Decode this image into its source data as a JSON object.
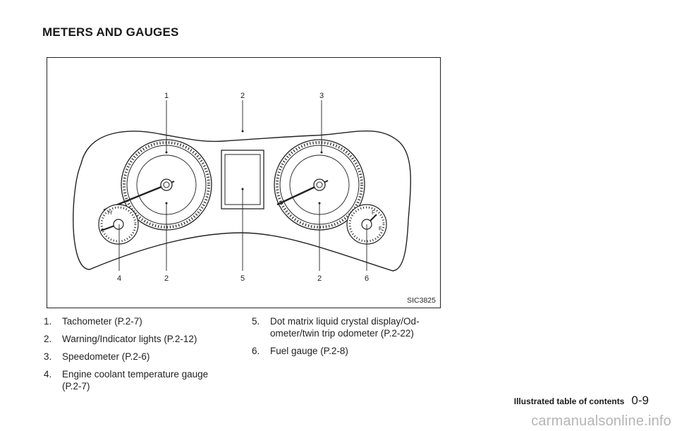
{
  "section_title": "METERS AND GAUGES",
  "figure": {
    "code": "SIC3825",
    "callouts": [
      "1",
      "2",
      "3",
      "4",
      "2",
      "5",
      "2",
      "6"
    ],
    "gauge_marks": {
      "hot": "H",
      "full": "F",
      "empty": "E"
    }
  },
  "list_left": [
    {
      "num": "1.",
      "text": "Tachometer (P.2-7)"
    },
    {
      "num": "2.",
      "text": "Warning/Indicator lights (P.2-12)"
    },
    {
      "num": "3.",
      "text": "Speedometer (P.2-6)"
    },
    {
      "num": "4.",
      "text": "Engine coolant temperature gauge (P.2-7)"
    }
  ],
  "list_right": [
    {
      "num": "5.",
      "text": "Dot matrix liquid crystal display/Od-ometer/twin trip odometer (P.2-22)"
    },
    {
      "num": "6.",
      "text": "Fuel gauge (P.2-8)"
    }
  ],
  "footer": {
    "section": "Illustrated table of contents",
    "page": "0-9"
  },
  "watermark": "carmanualsonline.info"
}
